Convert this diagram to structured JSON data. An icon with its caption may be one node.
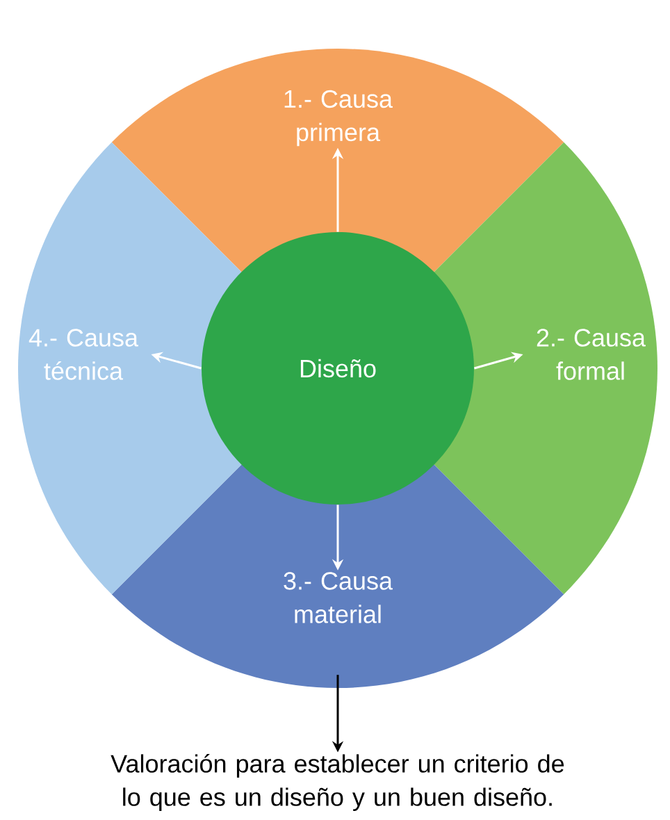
{
  "diagram": {
    "nodes": [
      {
        "text": [
          "Diseño"
        ]
      },
      {
        "text": [
          "1.- Causa primera"
        ]
      },
      {
        "text": [
          "2.- Causa formal"
        ]
      },
      {
        "text": [
          "3.- Causa material"
        ]
      },
      {
        "text": [
          "4.- Causa técnica"
        ]
      },
      {
        "text": [
          "Valoración para establecer un criterio de lo que es un diseño y un buen diseño."
        ]
      }
    ],
    "edges": [
      {
        "from": 0,
        "to": 1,
        "arrow": "to"
      },
      {
        "from": 0,
        "to": 2,
        "arrow": "to"
      },
      {
        "from": 0,
        "to": 3,
        "arrow": "to"
      },
      {
        "from": 0,
        "to": 4,
        "arrow": "to"
      },
      {
        "from": 3,
        "to": 5,
        "arrow": "to",
        "color": "#000000"
      }
    ]
  }
}
